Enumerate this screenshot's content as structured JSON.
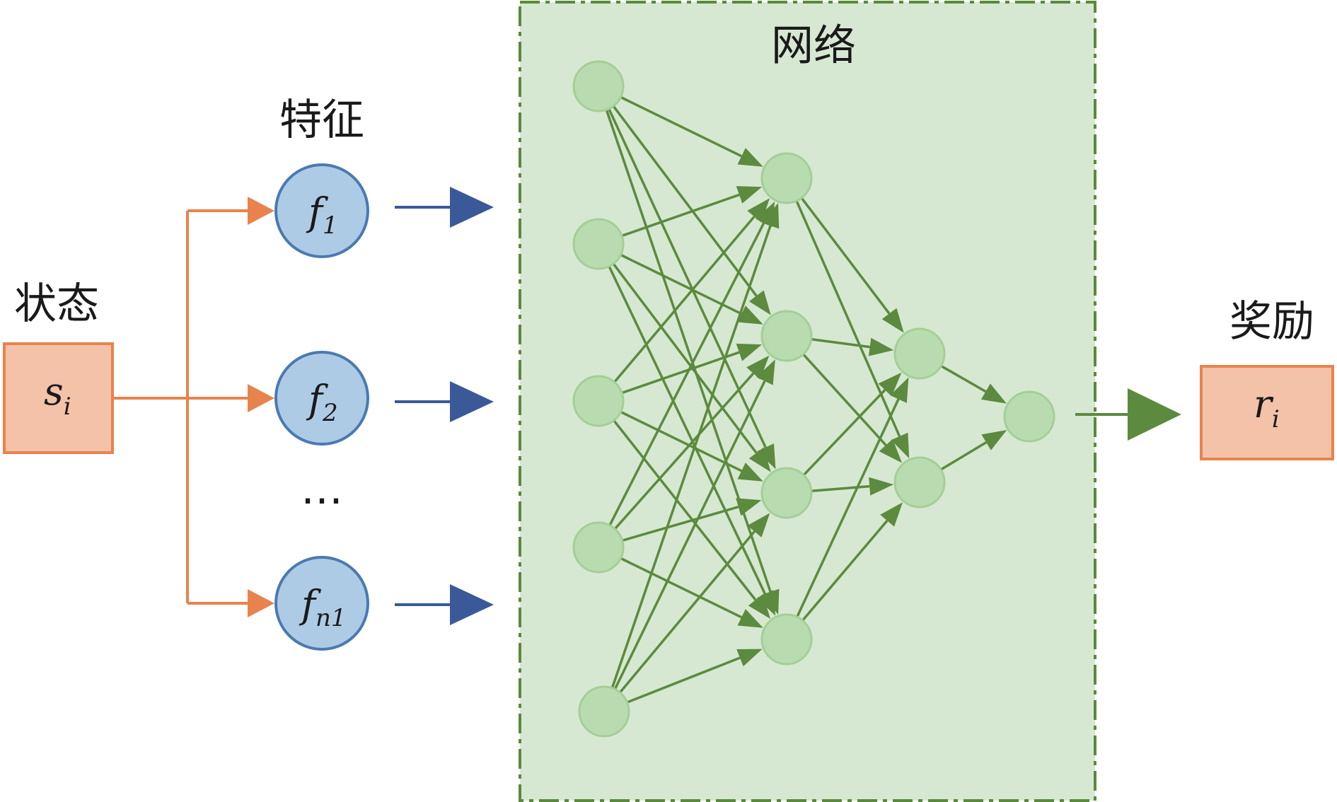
{
  "labels": {
    "state": "状态",
    "features": "特征",
    "network": "网络",
    "reward": "奖励",
    "ellipsis": "…"
  },
  "state_box": {
    "symbol": "s",
    "subscript": "i"
  },
  "reward_box": {
    "symbol": "r",
    "subscript": "i"
  },
  "features": [
    {
      "symbol": "f",
      "subscript": "1"
    },
    {
      "symbol": "f",
      "subscript": "2"
    },
    {
      "symbol": "f",
      "subscript": "n1"
    }
  ],
  "network": {
    "layer_sizes": [
      5,
      4,
      2,
      1
    ]
  },
  "colors": {
    "orange_fill": "#f4c2a8",
    "orange_stroke": "#e8834e",
    "blue_fill": "#aecbe6",
    "blue_stroke": "#4a7ab0",
    "blue_arrow": "#3b5998",
    "green_bg": "#d6e8d2",
    "green_border": "#5a8a3c",
    "green_node_fill": "#b9dbb0",
    "green_node_stroke": "#a3cf96",
    "green_edge": "#5c8a3e"
  }
}
